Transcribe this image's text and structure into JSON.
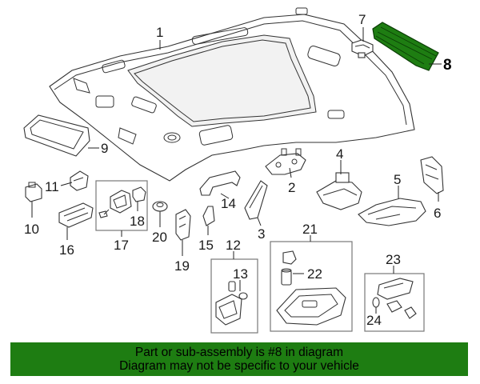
{
  "diagram": {
    "callouts": {
      "c1": "1",
      "c2": "2",
      "c3": "3",
      "c4": "4",
      "c5": "5",
      "c6": "6",
      "c7": "7",
      "c8": "8",
      "c9": "9",
      "c10": "10",
      "c11": "11",
      "c12": "12",
      "c13": "13",
      "c14": "14",
      "c15": "15",
      "c16": "16",
      "c17": "17",
      "c18": "18",
      "c19": "19",
      "c20": "20",
      "c21": "21",
      "c22": "22",
      "c23": "23",
      "c24": "24"
    },
    "highlight_color": "#1e7d12"
  },
  "banner": {
    "line1": "Part or sub-assembly is #8 in diagram",
    "line2": "Diagram may not be specific to your vehicle",
    "background": "#1e7d12"
  }
}
